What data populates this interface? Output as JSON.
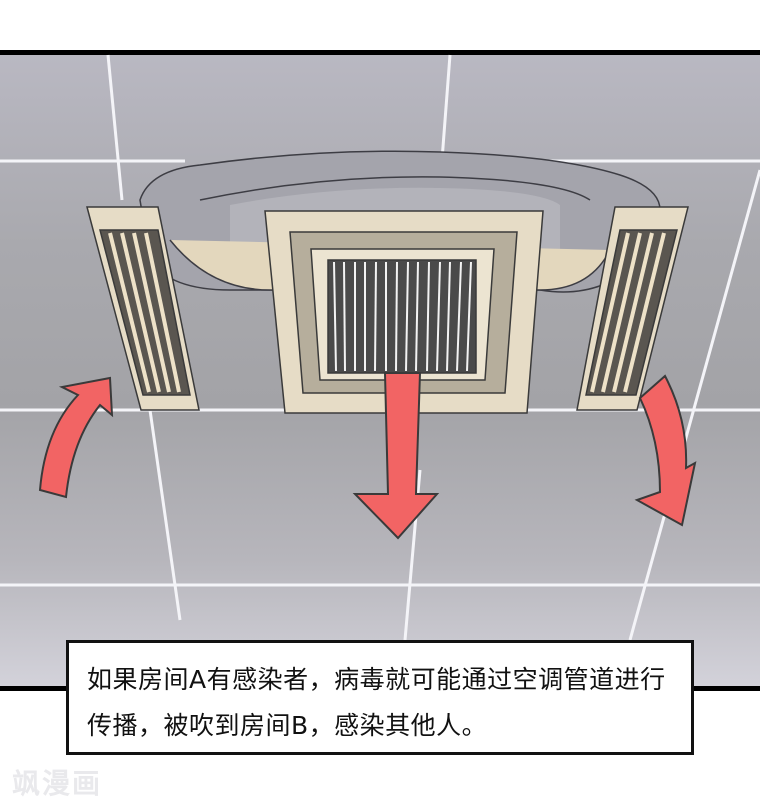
{
  "scene": {
    "description": "Ceiling cassette air conditioner with airflow arrows",
    "colors": {
      "ceiling": "#a9a9ae",
      "tile_lines": "#f4f4f8",
      "duct": "#9c9ca4",
      "unit_panel": "#e6dcc6",
      "grille_frame": "#b6ae9c",
      "arrow": "#f26464",
      "outline": "#3a3a3a"
    },
    "arrows": [
      {
        "name": "intake-arrow-left",
        "direction": "up"
      },
      {
        "name": "outflow-arrow-center",
        "direction": "down"
      },
      {
        "name": "outflow-arrow-right",
        "direction": "down"
      }
    ]
  },
  "caption": {
    "line1": "如果房间A有感染者，病毒就可能通过空调管道进行",
    "line2": "传播，被吹到房间B，感染其他人。"
  },
  "watermark": "飒漫画"
}
